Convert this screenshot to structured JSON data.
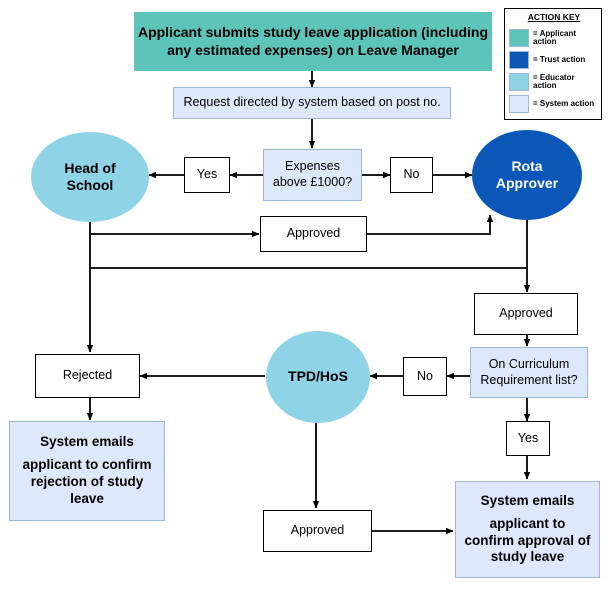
{
  "nodes": {
    "applicant_submits": "Applicant submits study leave application (including any estimated expenses) on Leave Manager",
    "request_directed": "Request directed by system based on post no.",
    "expenses_question": "Expenses above £1000?",
    "yes_1": "Yes",
    "no_1": "No",
    "head_of_school": "Head of School",
    "rota_approver": "Rota Approver",
    "approved_1": "Approved",
    "approved_2": "Approved",
    "curriculum_question": "On Curriculum Requirement list?",
    "no_2": "No",
    "yes_2": "Yes",
    "tpd_hos": "TPD/HoS",
    "rejected": "Rejected",
    "approved_3": "Approved",
    "system_emails_reject_line1": "System emails",
    "system_emails_reject_line2": "applicant to confirm rejection of study leave",
    "system_emails_approve_line1": "System emails",
    "system_emails_approve_line2": "applicant to confirm approval of study leave"
  },
  "action_key": {
    "title": "ACTION KEY",
    "items": [
      {
        "label": "= Applicant action",
        "color": "#5cc4b8"
      },
      {
        "label": "= Trust action",
        "color": "#0a57b8"
      },
      {
        "label": "= Educator action",
        "color": "#8fd3e6"
      },
      {
        "label": "= System action",
        "color": "#dde9fb"
      }
    ]
  }
}
